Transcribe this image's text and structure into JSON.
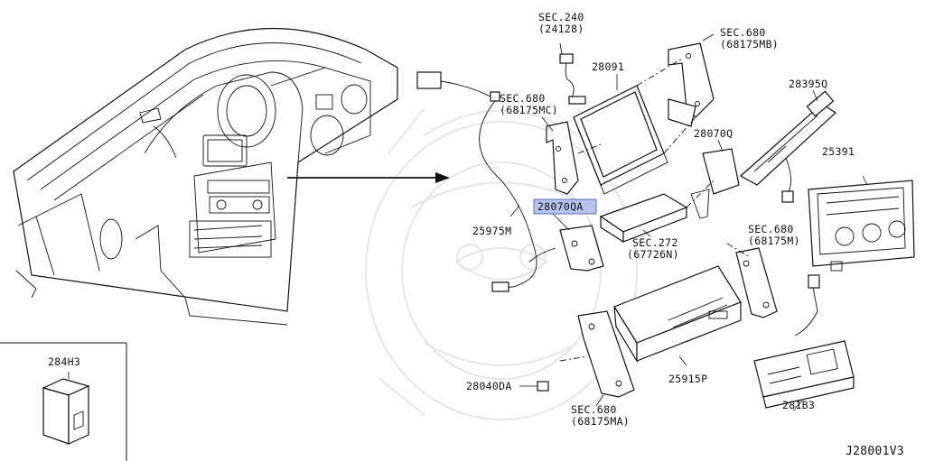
{
  "labels": {
    "sec240_title": "SEC.240",
    "sec240_code": "(24128)",
    "sec680_mb_title": "SEC.680",
    "sec680_mb_code": "(68175MB)",
    "p28091": "28091",
    "p28395q": "28395Q",
    "sec680_mc_title": "SEC.680",
    "sec680_mc_code": "(68175MC)",
    "p28070q": "28070Q",
    "p25391": "25391",
    "p28070qa": "28070QA",
    "p25975m": "25975M",
    "sec272_title": "SEC.272",
    "sec272_code": "(67726N)",
    "sec680_m_title": "SEC.680",
    "sec680_m_code": "(68175M)",
    "p284h3": "284H3",
    "p28040da": "28040DA",
    "p25915p": "25915P",
    "sec680_ma_title": "SEC.680",
    "sec680_ma_code": "(68175MA)",
    "p281b3": "281B3",
    "diagram_id": "J28001V3"
  },
  "colors": {
    "highlight": "#b9c4ee",
    "line": "#111111",
    "watermark": "#e7e7e7"
  }
}
